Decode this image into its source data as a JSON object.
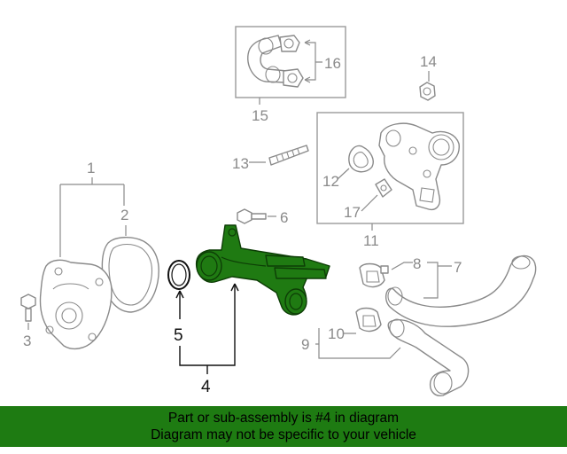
{
  "callouts": {
    "c1": "1",
    "c2": "2",
    "c3": "3",
    "c4": "4",
    "c5": "5",
    "c6": "6",
    "c7": "7",
    "c8": "8",
    "c9": "9",
    "c10": "10",
    "c11": "11",
    "c12": "12",
    "c13": "13",
    "c14": "14",
    "c15": "15",
    "c16": "16",
    "c17": "17"
  },
  "banner": {
    "line1": "Part or sub-assembly is #4 in diagram",
    "line2": "Diagram may not be specific to your vehicle"
  },
  "colors": {
    "highlight": "#1f7a12",
    "banner": "#1e7b12"
  }
}
